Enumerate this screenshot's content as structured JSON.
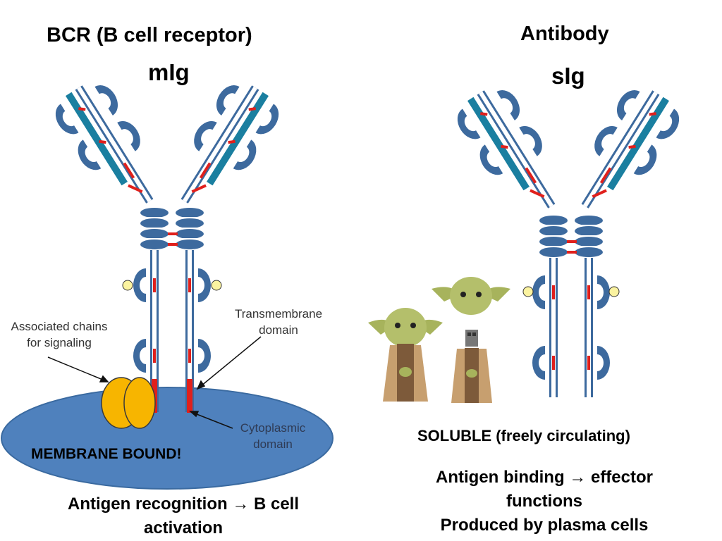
{
  "bcr": {
    "title": "BCR (B cell receptor)",
    "subtitle": "mIg",
    "associated_chains_line1": "Associated chains",
    "associated_chains_line2": "for signaling",
    "transmembrane_line1": "Transmembrane",
    "transmembrane_line2": "domain",
    "cytoplasmic_line1": "Cytoplasmic",
    "cytoplasmic_line2": "domain",
    "membrane_label": "MEMBRANE BOUND!",
    "function_line1_a": "Antigen recognition",
    "function_line1_b": "B cell",
    "function_line2": "activation"
  },
  "antibody": {
    "title": "Antibody",
    "subtitle": "sIg",
    "soluble_label": "SOLUBLE (freely circulating)",
    "function_line1_a": "Antigen binding",
    "function_line1_b": "effector",
    "function_line2": "functions",
    "function_line3": "Produced by plasma cells"
  },
  "arrow_glyph": "→",
  "colors": {
    "membrane_fill": "#4f81bd",
    "domain_blue": "#3d6a9e",
    "domain_teal": "#1a7fa0",
    "disulfide_red": "#e0201c",
    "signaling_yellow": "#f7b500",
    "carbohydrate_yellow": "#fbf3a0"
  },
  "icons": {
    "signaling_chains": "double-oval-icon",
    "yoda_figures": "yoda-figurine-icon"
  }
}
